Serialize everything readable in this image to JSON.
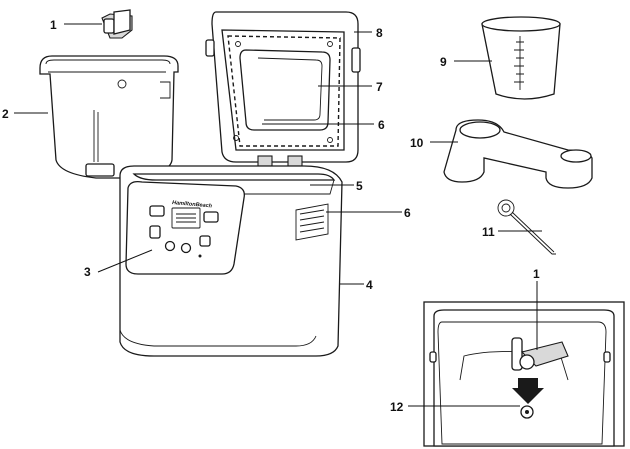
{
  "diagram": {
    "brand_label": "HamiltonBeach",
    "callouts": [
      {
        "id": "paddle",
        "text": "1"
      },
      {
        "id": "bread-pan",
        "text": "2"
      },
      {
        "id": "control-panel",
        "text": "3"
      },
      {
        "id": "housing",
        "text": "4"
      },
      {
        "id": "baking-chamber",
        "text": "5"
      },
      {
        "id": "vent-lid",
        "text": "6"
      },
      {
        "id": "vent-side",
        "text": "6"
      },
      {
        "id": "window",
        "text": "7"
      },
      {
        "id": "lid",
        "text": "8"
      },
      {
        "id": "measuring-cup",
        "text": "9"
      },
      {
        "id": "measuring-spoon",
        "text": "10"
      },
      {
        "id": "paddle-removal-tool",
        "text": "11"
      },
      {
        "id": "paddle-inset",
        "text": "1"
      },
      {
        "id": "drive-shaft",
        "text": "12"
      }
    ]
  }
}
